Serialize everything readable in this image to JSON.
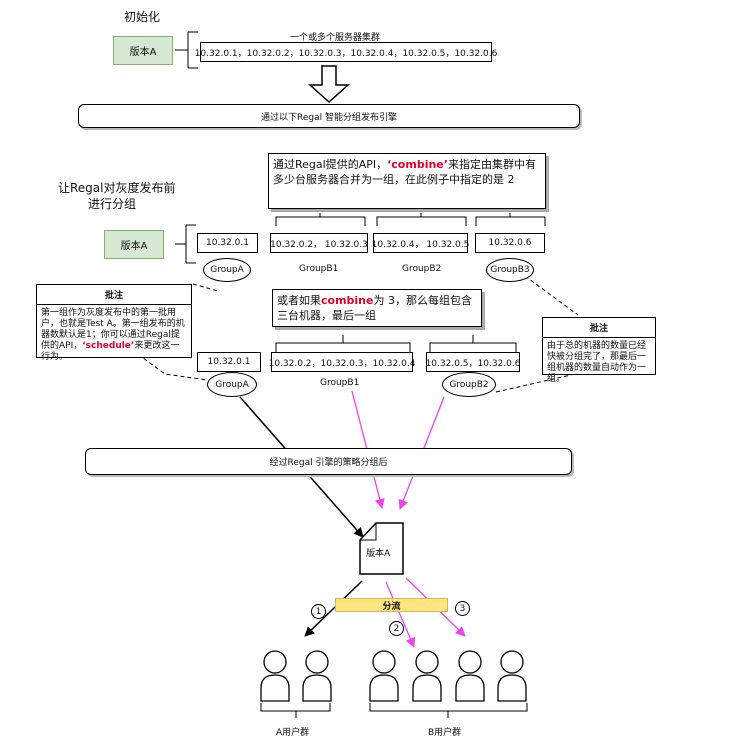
{
  "init": {
    "title": "初始化",
    "version": "版本A",
    "cluster_caption": "一个或多个服务器集群",
    "cluster_ips": "10.32.0.1，10.32.0.2，10.32.0.3，10.32.0.4，10.32.0.5，10.32.0.6"
  },
  "engine_top": "通过以下Regal 智能分组发布引擎",
  "pre_group": {
    "title_line1": "让Regal对灰度发布前",
    "title_line2": "进行分组",
    "version": "版本A"
  },
  "callout1": {
    "pre": "通过Regal提供的API，",
    "keyword": "‘combine’",
    "post": "来指定由集群中有多少台服务器合并为一组，在此例子中指定的是 2"
  },
  "row1": {
    "boxes": [
      "10.32.0.1",
      "10.32.0.2， 10.32.0.3",
      "10.32.0.4， 10.32.0.5",
      "10.32.0.6"
    ],
    "group_a": "GroupA",
    "group_b1": "GroupB1",
    "group_b2": "GroupB2",
    "group_b3": "GroupB3"
  },
  "note_left": {
    "title": "批注",
    "body_pre": "第一组作为灰度发布中的第一批用户，也就是Test A。第一组发布的机器数默认是1；你可以通过Regal提供的API，",
    "keyword": "‘schedule’",
    "body_post": "来更改这一行为。"
  },
  "callout2": {
    "pre": "或者如果",
    "keyword": "combine",
    "post": "为 3，那么每组包含三台机器，最后一组"
  },
  "note_right": {
    "title": "批注",
    "body": "由于总的机器的数量已经快被分组完了，那最后一组机器的数量自动作为一组。"
  },
  "row2": {
    "boxes": [
      "10.32.0.1",
      "10.32.0.2，10.32.0.3，10.32.0.4",
      "10.32.0.5，10.32.0.6"
    ],
    "group_a": "GroupA",
    "group_b1": "GroupB1",
    "group_b2": "GroupB2"
  },
  "engine_bottom": "经过Regal 引擎的策略分组后",
  "version_doc": "版本A",
  "split_label": "分流",
  "circles": [
    "1",
    "2",
    "3"
  ],
  "user_groups": {
    "a": "A用户群",
    "b": "B用户群"
  },
  "colors": {
    "green_fill": "#d5e8d4",
    "green_stroke": "#82b366",
    "split_fill": "#ffe680",
    "magenta": "#ee44ee",
    "keyword_red": "#e0002a"
  }
}
